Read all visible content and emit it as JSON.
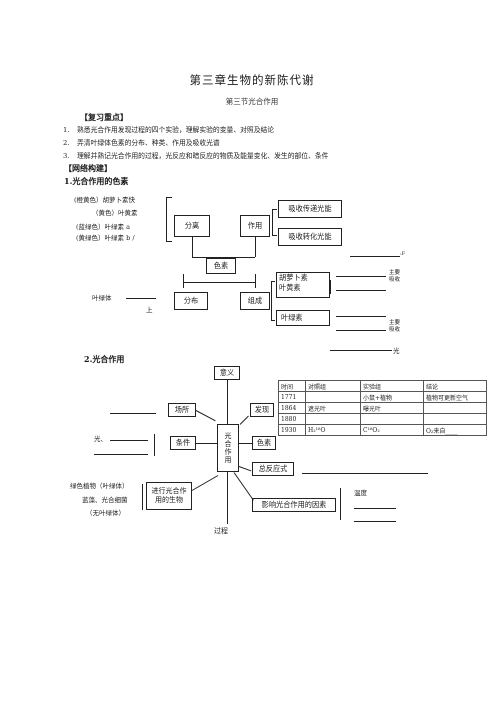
{
  "title": "第三章生物的新陈代谢",
  "subtitle": "第三节光合作用",
  "review": {
    "heading": "【复习重点】",
    "items": [
      {
        "num": "1.",
        "text": "熟悉光合作用发现过程的四个实验，理解实验的变量、对照及结论"
      },
      {
        "num": "2.",
        "text": "弄清叶绿体色素的分布、种类、作用及吸收光谱"
      },
      {
        "num": "3.",
        "text": "理解并熟记光合作用的过程，光反应和暗反应的物质及能量变化、发生的部位、条件"
      }
    ]
  },
  "network": {
    "heading": "【网络构建】",
    "section1": "1.光合作用的色素",
    "section2": "2.光合作用"
  },
  "diagram1": {
    "pigments": [
      "(橙黄色）胡萝卜素快",
      "（黄色）叶黄素",
      "(蓝绿色）叶绿素 a",
      "(黄绿色）叶绿素 b /"
    ],
    "separation": "分离",
    "function": "作用",
    "absorb_transfer": "吸收传递光能",
    "absorb_convert": "吸收转化光能",
    "pigment": "色素",
    "distribution": "分布",
    "composition": "组成",
    "chloroplast": "叶绿体",
    "on": "上",
    "carotenoid": "胡萝卜素",
    "xanthophyll": "叶黄素",
    "chlorophyll": "叶绿素",
    "main_absorb_1": "主要\n吸收",
    "main_absorb_2": "主要\n吸收",
    "light_1": "光",
    "light_2": "光"
  },
  "diagram2": {
    "significance": "意义",
    "site": "场所",
    "discovery": "发现",
    "conditions": "条件",
    "pigment": "色素",
    "light_prefix": "光、",
    "center": "光合作用",
    "total_reaction": "总反应式",
    "organisms": "进行光合作\n用的生物",
    "green_plants": "绿色植物（叶绿体）",
    "bacteria": "蓝藻、光合细菌",
    "no_chloroplast": "（无叶绿体）",
    "factors": "影响光合作用的因素",
    "temperature": "温度",
    "process": "过程",
    "history": {
      "headers": [
        "时间",
        "对照组",
        "实验组",
        "结论"
      ],
      "rows": [
        [
          "1771",
          "",
          "小鼠+植物",
          "植物可更新空气"
        ],
        [
          "1864",
          "遮光叶",
          "曝光叶",
          ""
        ],
        [
          "1880",
          "",
          "",
          ""
        ],
        [
          "1930",
          "H₂¹⁸O",
          "C¹⁸O₂",
          "O₂来自____"
        ]
      ]
    }
  }
}
